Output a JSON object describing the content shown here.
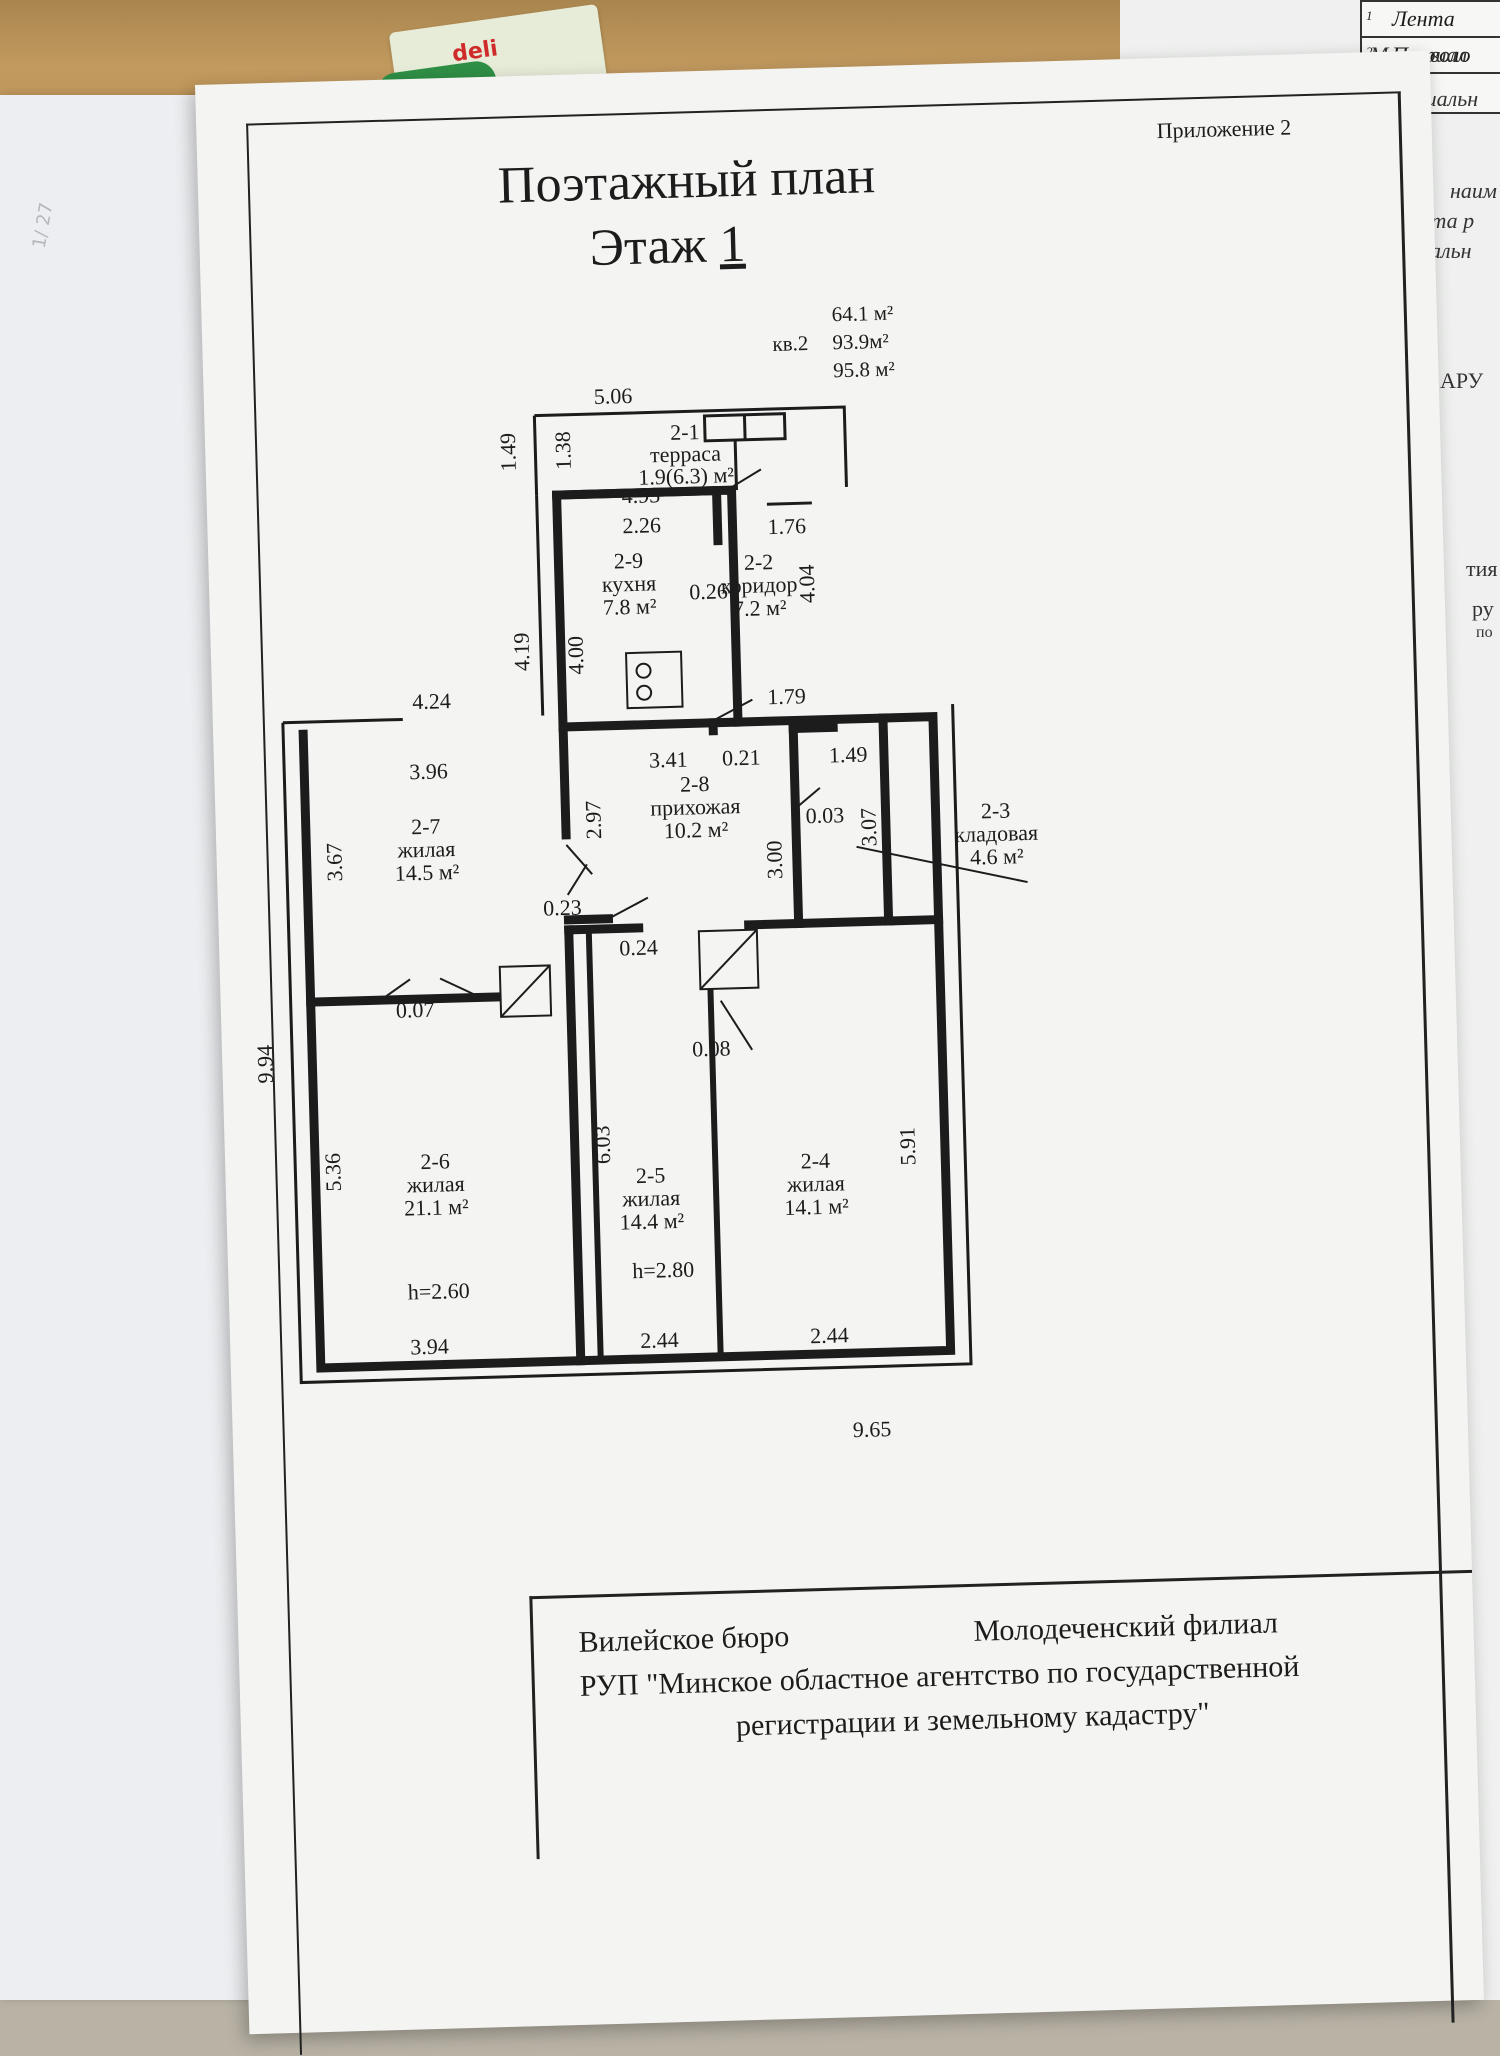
{
  "background": {
    "table_color": "#b48c55",
    "left_paper_faint": "1∕ 27",
    "package_brand": "deli",
    "right_table": [
      {
        "n": "1",
        "text": "Лента"
      },
      {
        "n": "2",
        "text": "Проволо"
      }
    ],
    "right_fragments": [
      "Материал",
      "Материальн",
      "наим",
      "чта р",
      "альн",
      "АРУ",
      "тия",
      "ру",
      "по"
    ]
  },
  "sheet": {
    "appendix": "Приложение 2",
    "title_line1": "Поэтажный план",
    "title_prefix": "Этаж",
    "floor_number": "1",
    "apartment": "кв.2",
    "areas": [
      "64.1 м²",
      "93.9м²",
      "95.8 м²"
    ],
    "rooms": [
      {
        "id": "2-1",
        "name": "терраса",
        "area": "1.9(6.3) м²"
      },
      {
        "id": "2-9",
        "name": "кухня",
        "area": "7.8 м²"
      },
      {
        "id": "2-2",
        "name": "коридор",
        "area": "7.2 м²"
      },
      {
        "id": "2-8",
        "name": "прихожая",
        "area": "10.2 м²"
      },
      {
        "id": "2-3",
        "name": "кладовая",
        "area": "4.6 м²"
      },
      {
        "id": "2-7",
        "name": "жилая",
        "area": "14.5 м²"
      },
      {
        "id": "2-6",
        "name": "жилая",
        "area": "21.1 м²"
      },
      {
        "id": "2-5",
        "name": "жилая",
        "area": "14.4 м²"
      },
      {
        "id": "2-4",
        "name": "жилая",
        "area": "14.1 м²"
      }
    ],
    "heights": [
      "h=2.60",
      "h=2.80"
    ],
    "dimensions": [
      "5.06",
      "1.49",
      "1.38",
      "4.93",
      "2.26",
      "1.76",
      "4.04",
      "0.26",
      "4.19",
      "4.00",
      "1.79",
      "4.24",
      "3.96",
      "3.41",
      "0.21",
      "1.49",
      "2.97",
      "0.03",
      "3.07",
      "3.67",
      "3.00",
      "0.23",
      "0.24",
      "0.07",
      "9.94",
      "0.08",
      "5.36",
      "6.03",
      "5.91",
      "3.94",
      "2.44",
      "2.44",
      "9.65"
    ],
    "stamp": {
      "line1_left": "Вилейское бюро",
      "line1_right": "Молодеченский филиал",
      "line2": "РУП \"Минское областное агентство по государственной",
      "line3": "регистрации и земельному кадастру\""
    }
  }
}
